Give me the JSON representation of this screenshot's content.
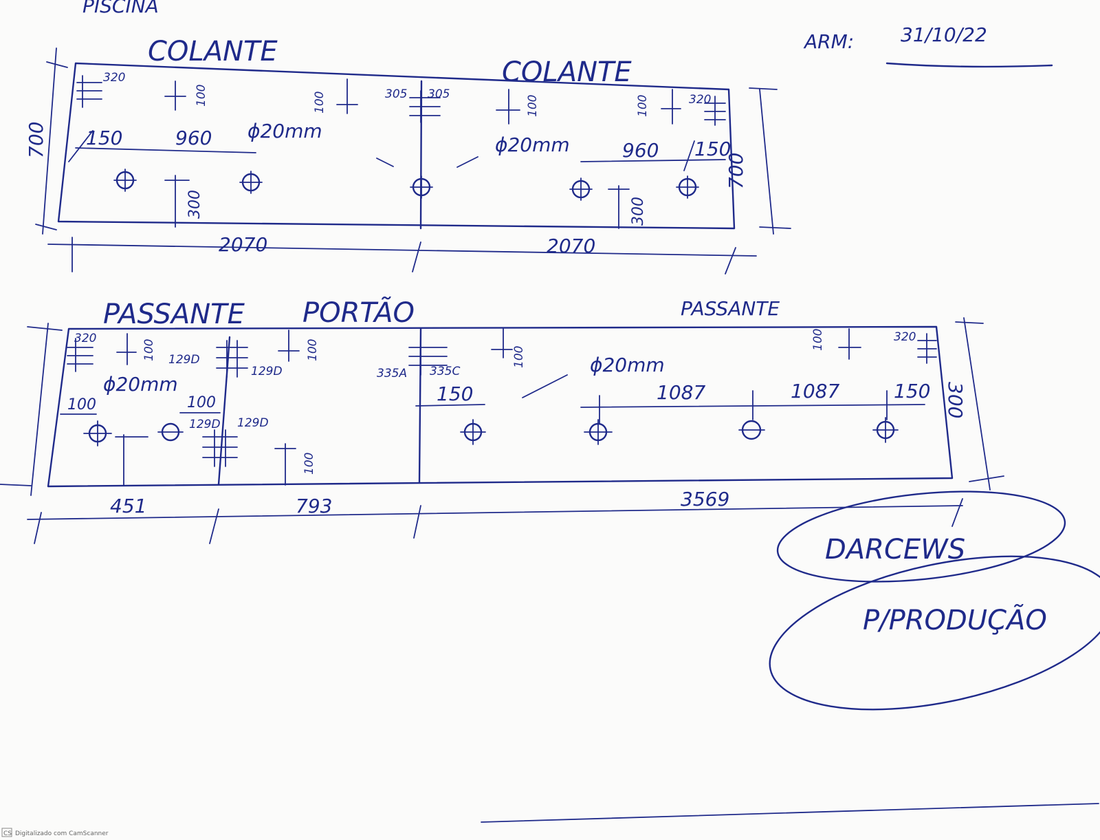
{
  "header": {
    "title_partial": "PISCINA",
    "date_label": "ARM:",
    "date": "31/10/22"
  },
  "top_panel": {
    "label_left": "COLANTE",
    "label_right": "COLANTE",
    "height_left": "700",
    "height_right": "700",
    "width_left": "2070",
    "width_right": "2070",
    "dims": {
      "d320_left": "320",
      "d100_a": "100",
      "d100_b": "100",
      "d305_a": "305",
      "d305_b": "305",
      "d100_c": "100",
      "d100_d": "100",
      "d320_right": "320",
      "d150_left": "150",
      "d960_left": "960",
      "hole_left": "ϕ20mm",
      "hole_right": "ϕ20mm",
      "d960_right": "960",
      "d150_right": "150",
      "d300_left": "300",
      "d300_right": "300"
    }
  },
  "bottom_panel": {
    "label_left": "PASSANTE",
    "label_mid": "PORTÃO",
    "label_right": "PASSANTE",
    "height_right": "300",
    "widths": [
      "451",
      "793",
      "3569"
    ],
    "dims": {
      "d320_left": "320",
      "d100_a": "100",
      "d129_a": "129D",
      "d129_b": "129D",
      "d100_b": "100",
      "d335a": "335A",
      "d335c": "335C",
      "d100_c": "100",
      "hole_mid": "ϕ20mm",
      "d100_d": "100",
      "d320_right": "320",
      "hole_left": "ϕ20mm",
      "d100_e": "100",
      "d100_f": "100",
      "d129_c": "129D",
      "d129_d": "129D",
      "d150_mid": "150",
      "d1087_a": "1087",
      "d1087_b": "1087",
      "d150_right": "150",
      "d100_g": "100"
    }
  },
  "stamps": {
    "name": "DARCEWS",
    "note": "P/PRODUÇÃO"
  },
  "footer": {
    "scanner_logo": "CS",
    "scanner_text": "Digitalizado com CamScanner"
  }
}
